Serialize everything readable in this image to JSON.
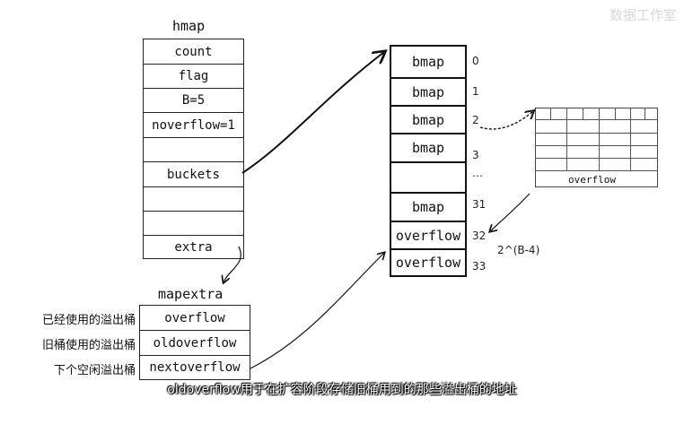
{
  "watermark": "数据工作室",
  "hmap": {
    "title": "hmap",
    "fields": [
      "count",
      "flag",
      "B=5",
      "noverflow=1",
      "",
      "buckets",
      "",
      "",
      "extra"
    ]
  },
  "mapextra": {
    "title": "mapextra",
    "fields": [
      "overflow",
      "oldoverflow",
      "nextoverflow"
    ],
    "labels": [
      "已经使用的溢出桶",
      "旧桶使用的溢出桶",
      "下个空闲溢出桶"
    ]
  },
  "buckets": {
    "cells": [
      "bmap",
      "bmap",
      "bmap",
      "bmap",
      "",
      "bmap",
      "overflow",
      "overflow"
    ],
    "indices": [
      "0",
      "1",
      "2",
      "3",
      "…",
      "31",
      "32",
      "33"
    ],
    "note": "2^(B-4)"
  },
  "overflow_table": {
    "label": "overflow"
  },
  "subtitle": "oldoverflow用于在扩容阶段存储旧桶用到的那些溢出桶的地址"
}
